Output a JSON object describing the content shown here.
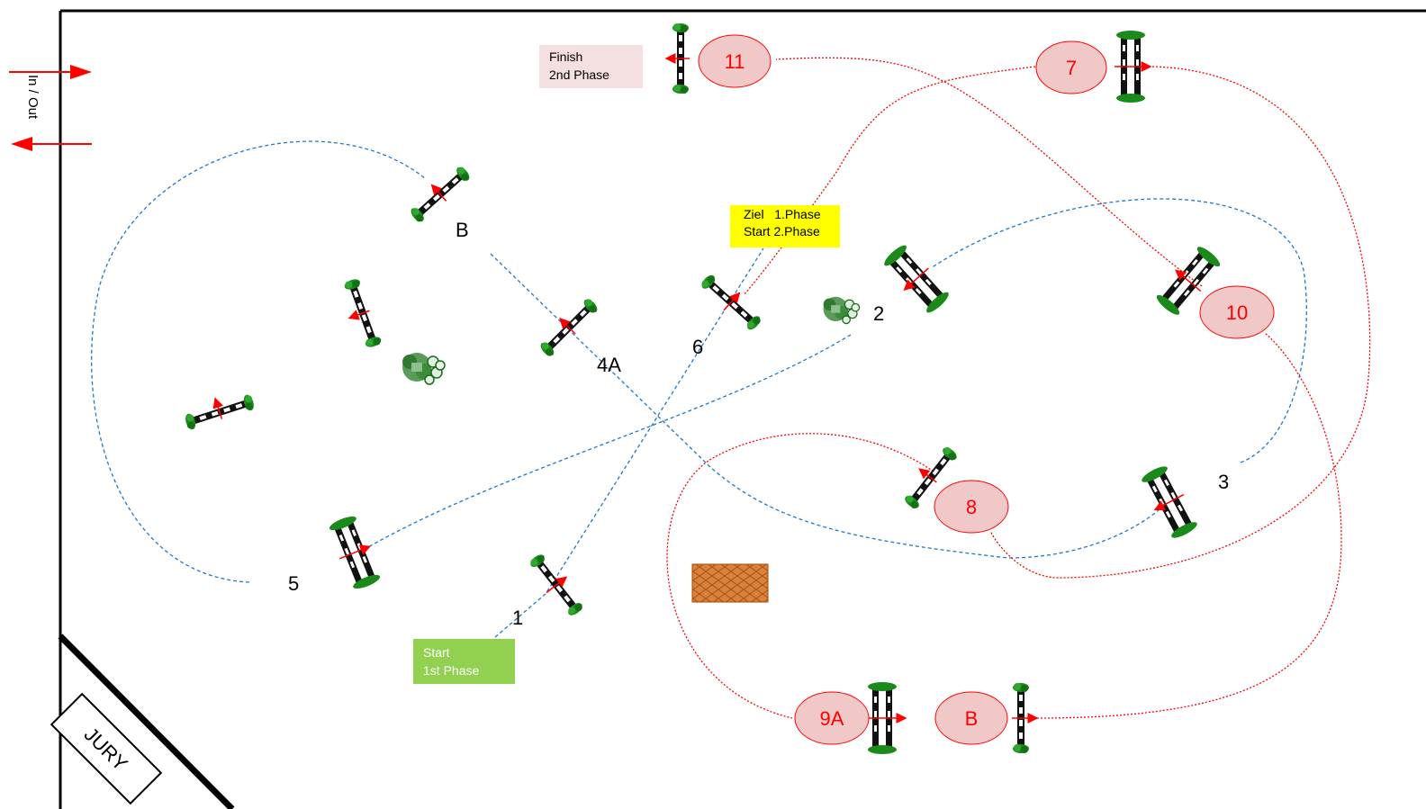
{
  "arena": {
    "in_out_label": "In / Out",
    "jury_label": "JURY"
  },
  "colors": {
    "phase1_path": "#1f78c8",
    "phase2_path": "#ff0000",
    "phase2_badge_fill": "#f0c8c8",
    "start_box": "#92d050",
    "ziel_box": "#ffff00",
    "finish_box": "#f4e0e0",
    "hedge": "#1a8a1a",
    "arrow": "#ff0000"
  },
  "boxes": {
    "start": [
      "Start",
      "1st Phase"
    ],
    "ziel": [
      "Ziel   1.Phase",
      "Start 2.Phase"
    ],
    "finish": [
      "Finish",
      "2nd Phase"
    ]
  },
  "phase1_numbers": {
    "n1": "1",
    "n2": "2",
    "n3": "3",
    "n4a": "4A",
    "nb": "B",
    "n5": "5",
    "n6": "6"
  },
  "phase2_badges": {
    "b7": "7",
    "b8": "8",
    "b9a": "9A",
    "b9b": "B",
    "b10": "10",
    "b11": "11"
  },
  "icons": {
    "jump": "fence-jump-icon",
    "oxer": "oxer-jump-icon",
    "bush": "bush-decoration-icon",
    "water": "water-tray-icon"
  }
}
